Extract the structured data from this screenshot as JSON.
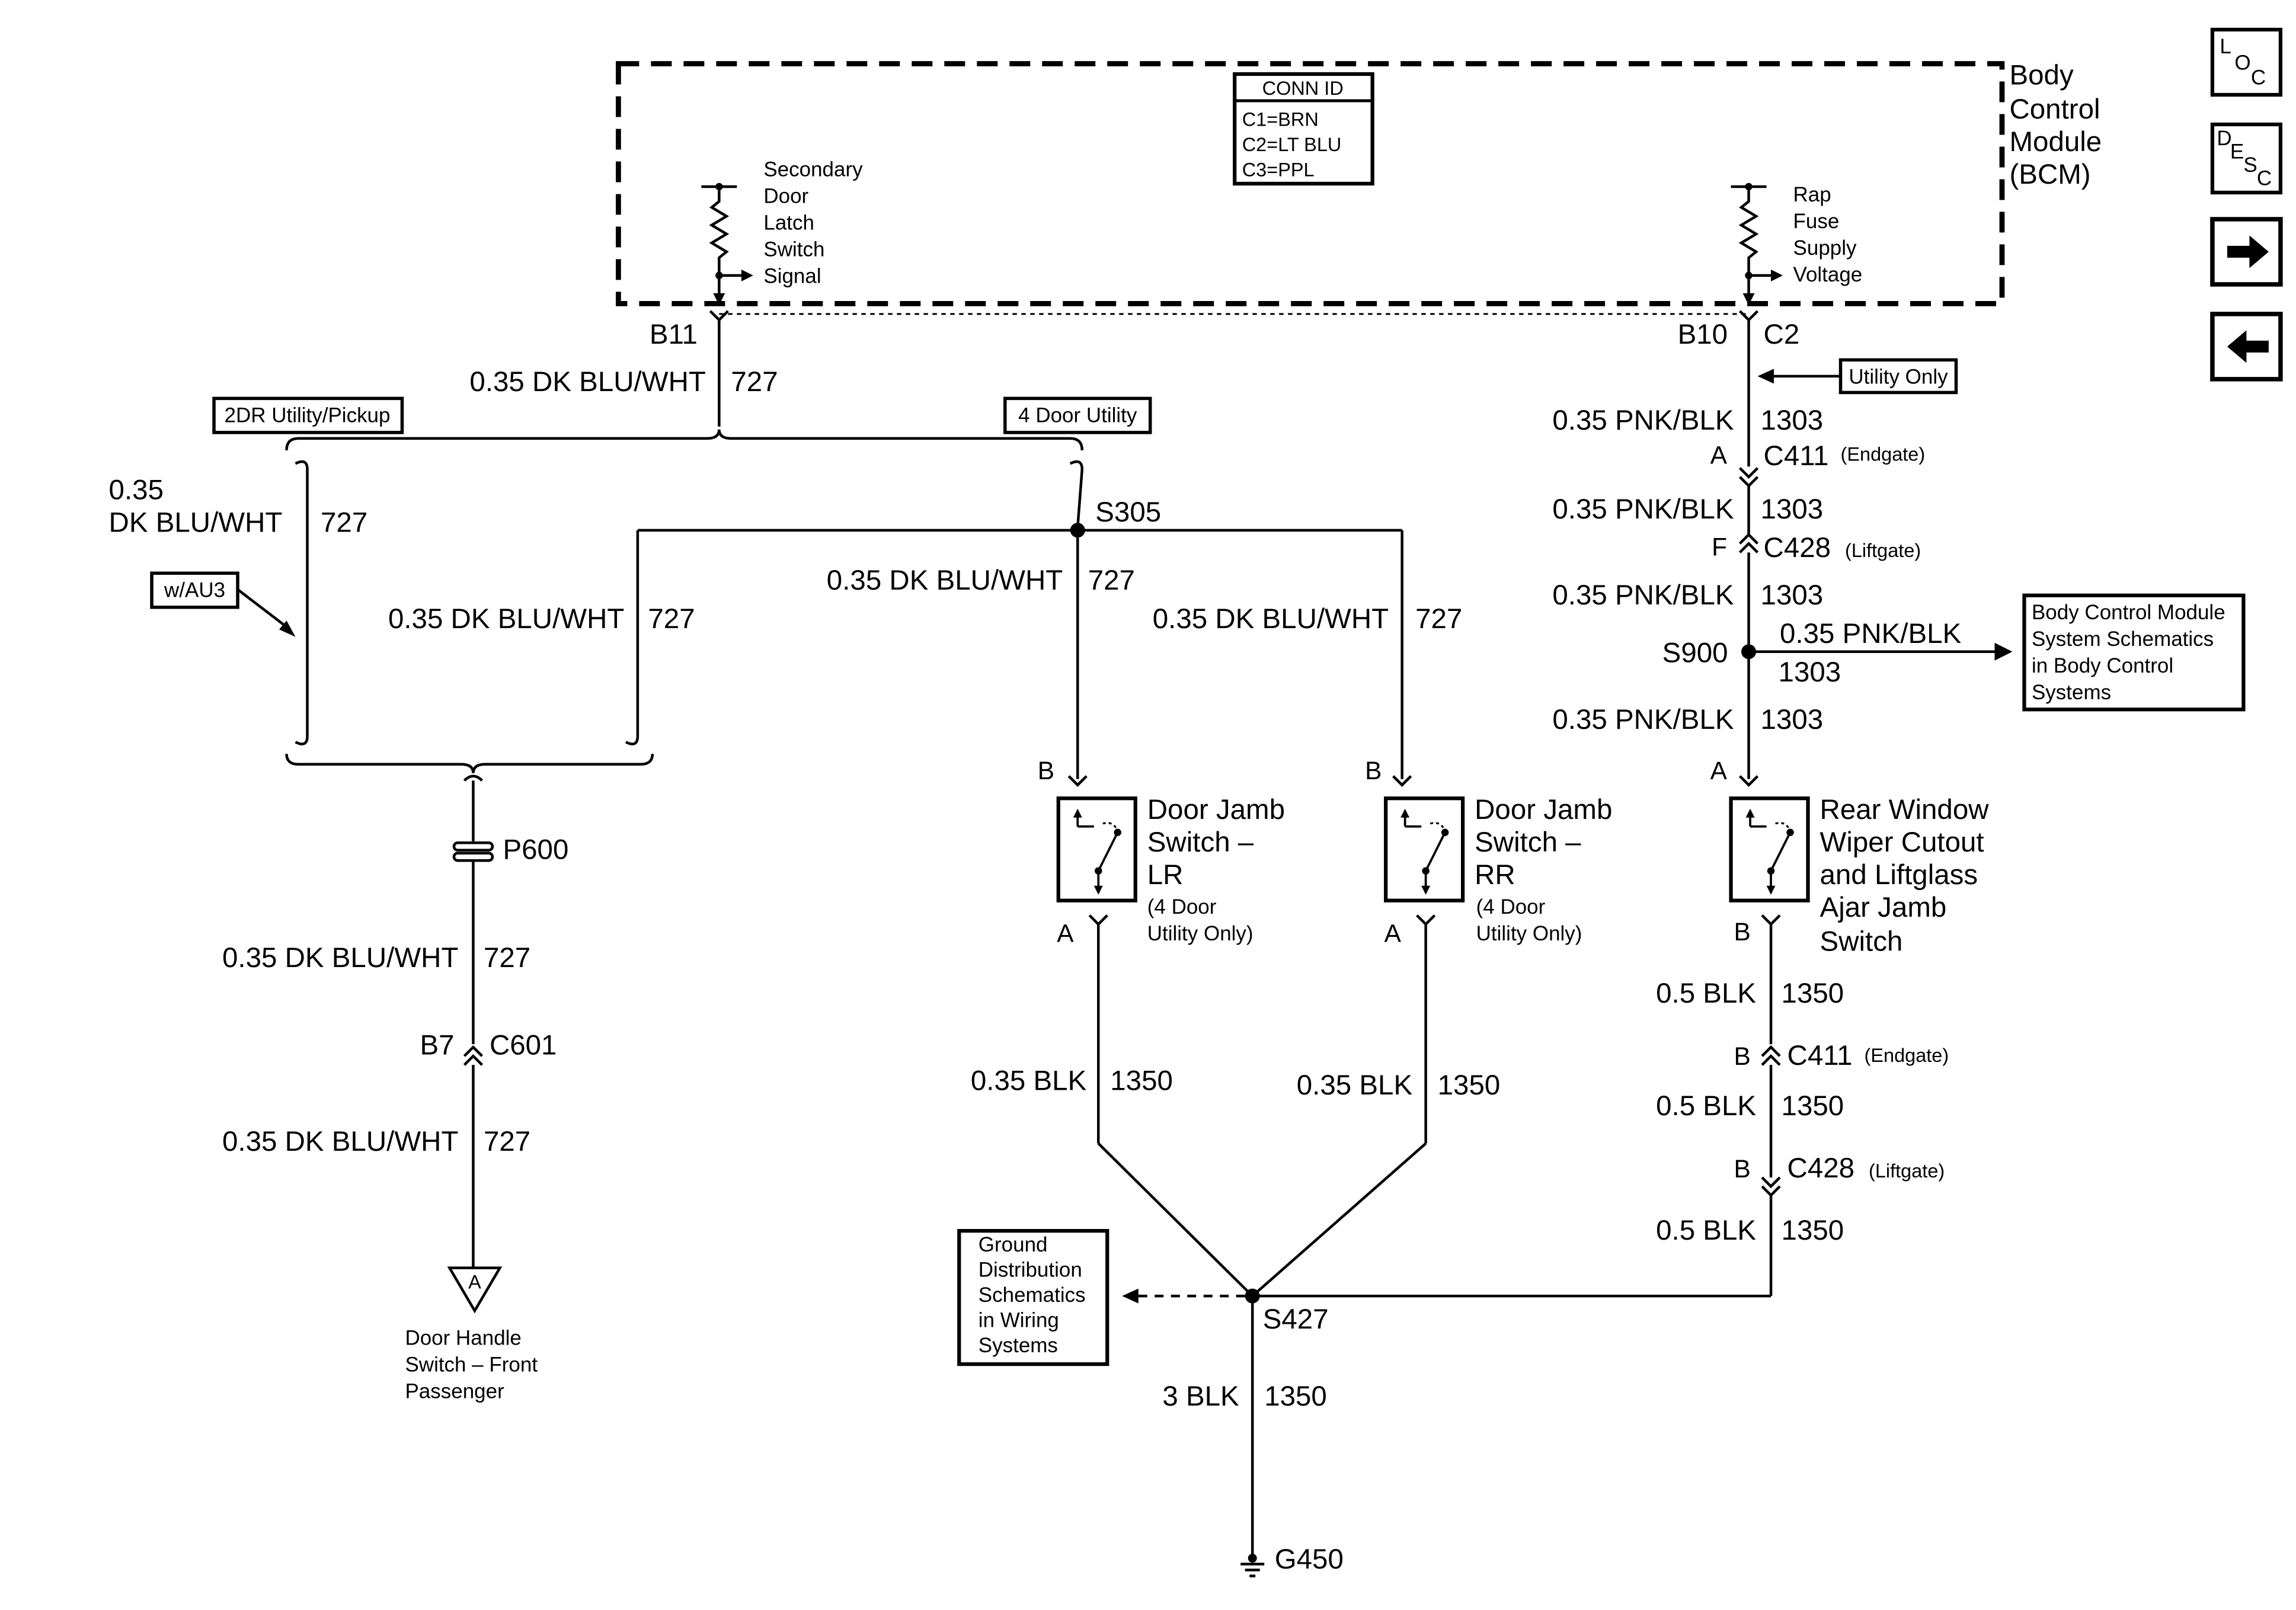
{
  "bcm": {
    "title_lines": [
      "Body",
      "Control",
      "Module",
      "(BCM)"
    ],
    "conn_id": {
      "header": "CONN ID",
      "rows": [
        "C1=BRN",
        "C2=LT BLU",
        "C3=PPL"
      ]
    },
    "left_signal": [
      "Secondary",
      "Door",
      "Latch",
      "Switch",
      "Signal"
    ],
    "right_signal": [
      "Rap",
      "Fuse",
      "Supply",
      "Voltage"
    ],
    "pin_left": "B11",
    "pin_right_pin": "B10",
    "pin_right_conn": "C2"
  },
  "nav": {
    "loc": {
      "a": "L",
      "b": "O",
      "c": "C"
    },
    "desc": {
      "a": "D",
      "b": "E",
      "c": "S",
      "d": "C"
    },
    "forward_icon": "arrow-right-icon",
    "back_icon": "arrow-left-icon"
  },
  "option_boxes": {
    "two_door": "2DR Utility/Pickup",
    "four_door": "4 Door Utility",
    "wau3": "w/AU3",
    "utility_only": "Utility Only"
  },
  "wires": {
    "dkblu": "0.35 DK BLU/WHT",
    "dkblu_a": "0.35",
    "dkblu_b": "DK BLU/WHT",
    "c727": "727",
    "pnk": "0.35 PNK/BLK",
    "c1303": "1303",
    "blk035": "0.35 BLK",
    "blk05": "0.5 BLK",
    "blk3": "3 BLK",
    "c1350": "1350"
  },
  "connectors": {
    "s305": "S305",
    "s900": "S900",
    "s427": "S427",
    "p600": "P600",
    "c601": "C601",
    "b7": "B7",
    "g450": "G450",
    "c411": "C411",
    "c428": "C428",
    "endgate": "(Endgate)",
    "liftgate": "(Liftgate)",
    "pin_a": "A",
    "pin_b": "B",
    "pin_f": "F",
    "triangle_a": "A"
  },
  "components": {
    "lr": {
      "lines": [
        "Door Jamb",
        "Switch –",
        "LR"
      ],
      "note": [
        "(4 Door",
        "Utility Only)"
      ]
    },
    "rr": {
      "lines": [
        "Door Jamb",
        "Switch –",
        "RR"
      ],
      "note": [
        "(4 Door",
        "Utility Only)"
      ]
    },
    "rear": {
      "lines": [
        "Rear Window",
        "Wiper Cutout",
        "and Liftglass",
        "Ajar Jamb",
        "Switch"
      ]
    },
    "door_handle": [
      "Door Handle",
      "Switch – Front",
      "Passenger"
    ]
  },
  "references": {
    "bcm_schematics": [
      "Body Control Module",
      "System Schematics",
      "in Body Control",
      "Systems"
    ],
    "ground_dist": [
      "Ground",
      "Distribution",
      "Schematics",
      "in Wiring",
      "Systems"
    ]
  }
}
